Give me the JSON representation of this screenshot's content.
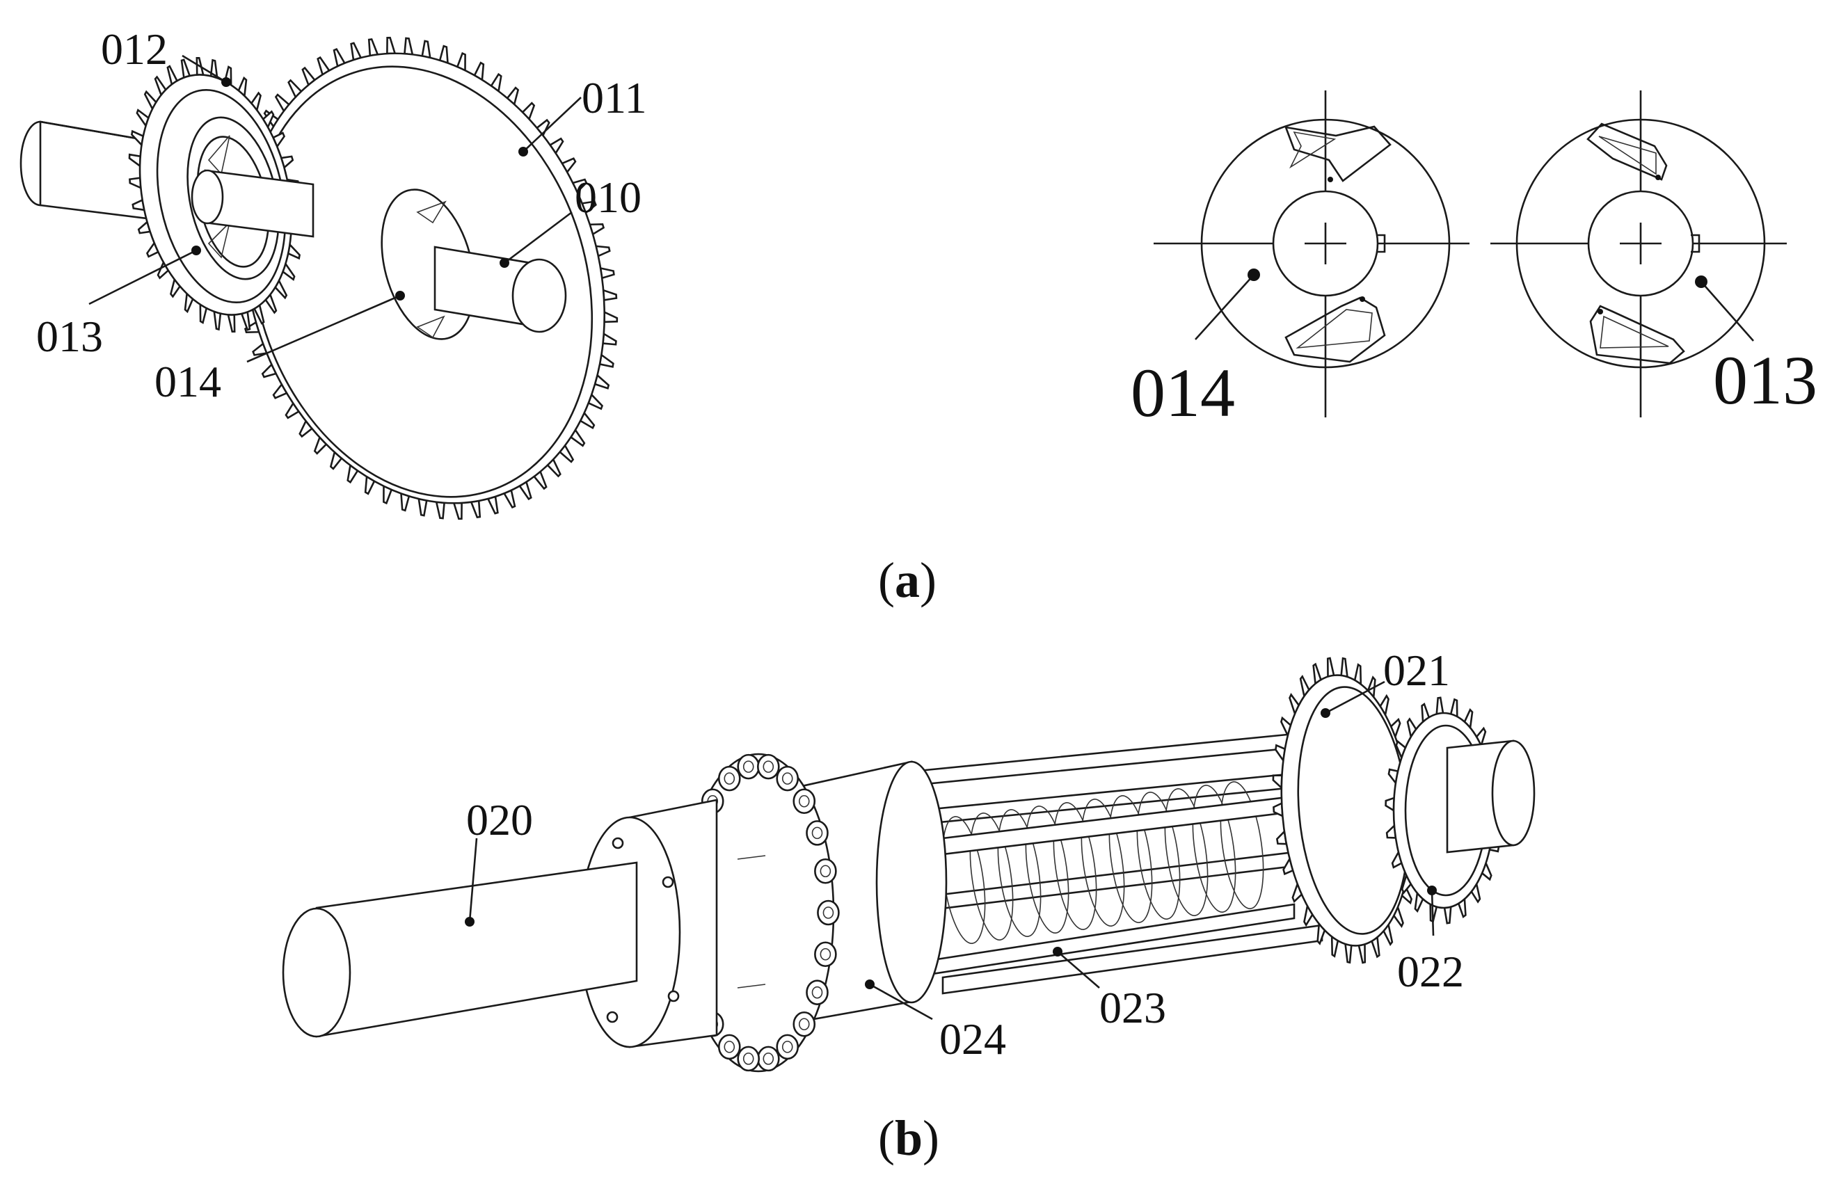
{
  "panel_a": {
    "labels": {
      "l010": "010",
      "l011": "011",
      "l012": "012",
      "l013": "013",
      "l014": "014"
    },
    "detail_labels": {
      "left": "014",
      "right": "013"
    },
    "caption_open": "(",
    "caption_letter": "a",
    "caption_close": ")"
  },
  "panel_b": {
    "labels": {
      "l020": "020",
      "l021": "021",
      "l022": "022",
      "l023": "023",
      "l024": "024"
    },
    "caption_open": "(",
    "caption_letter": "b",
    "caption_close": ")"
  }
}
